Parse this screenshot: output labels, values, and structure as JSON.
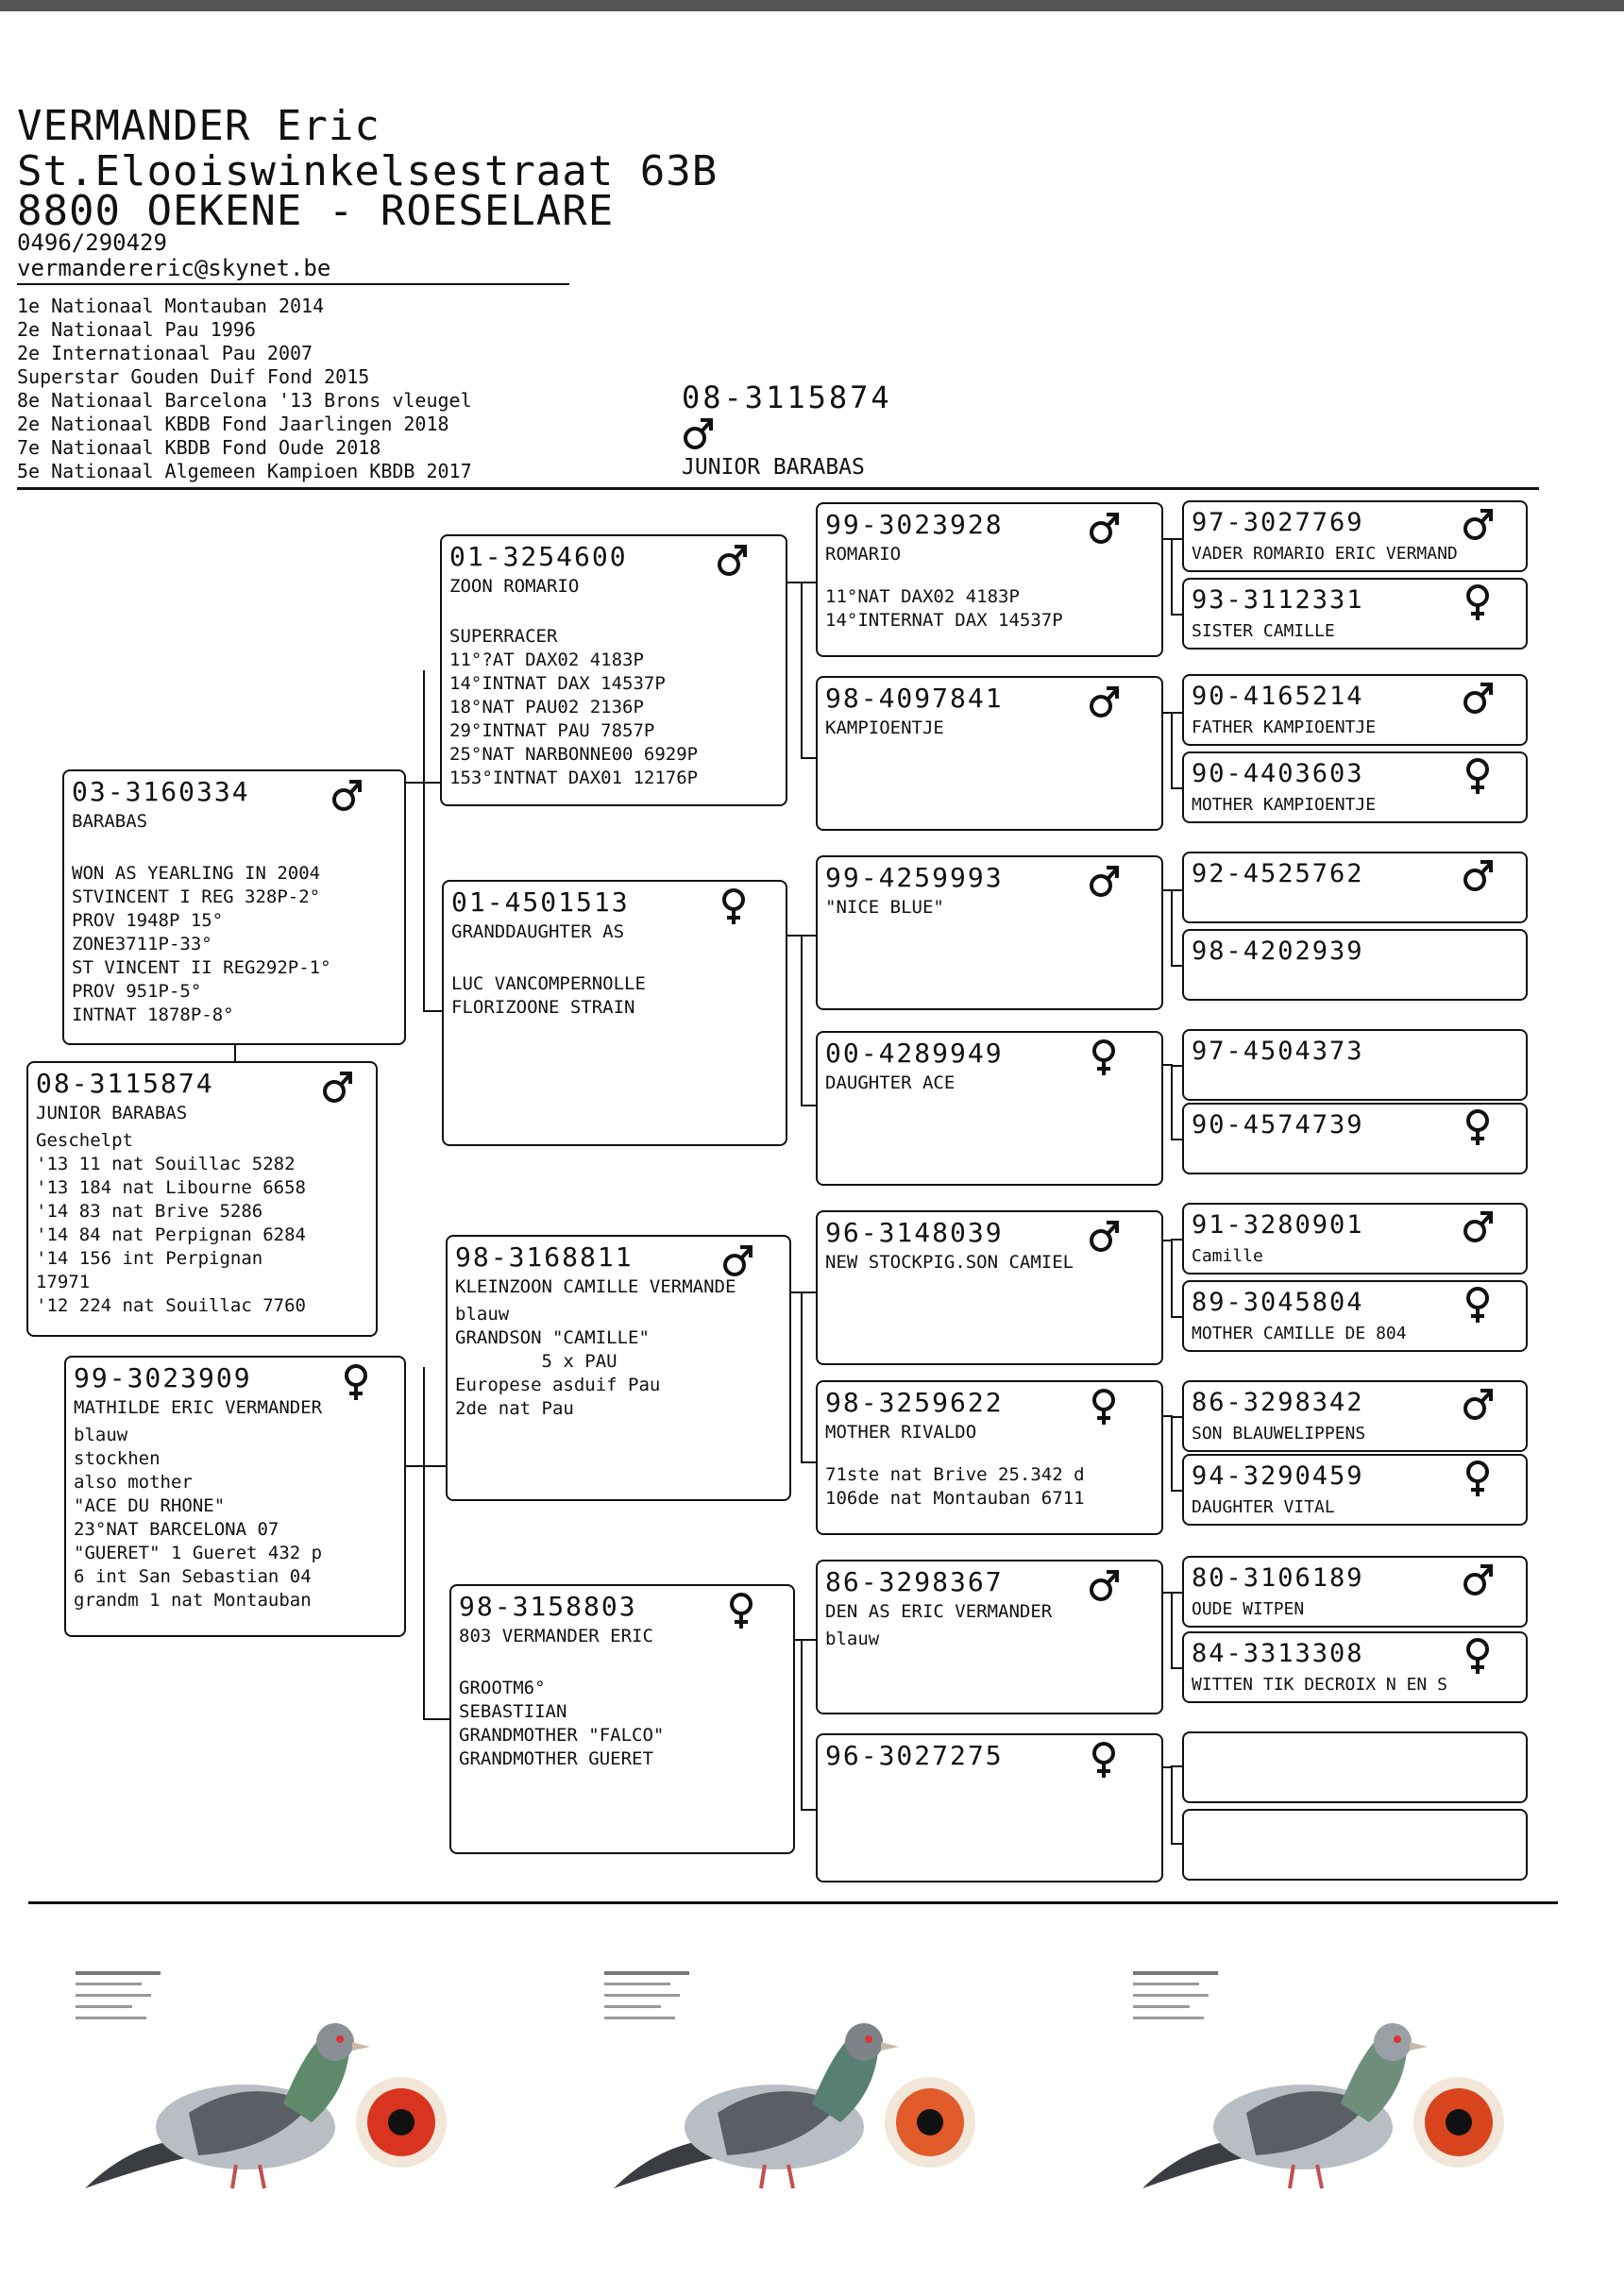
{
  "owner": {
    "name": "VERMANDER Eric",
    "street": "St.Elooiswinkelsestraat 63B",
    "city": "8800 OEKENE - ROESELARE",
    "phone": "0496/290429",
    "email": "vermandereric@skynet.be"
  },
  "achievements": [
    "1e Nationaal Montauban 2014",
    "2e Nationaal Pau 1996",
    "2e Internationaal Pau 2007",
    "Superstar Gouden Duif Fond 2015",
    "8e Nationaal Barcelona '13 Brons vleugel",
    "2e Nationaal KBDB Fond Jaarlingen 2018",
    "7e Nationaal KBDB Fond Oude 2018",
    "5e Nationaal Algemeen Kampioen KBDB 2017"
  ],
  "subject": {
    "ring": "08-3115874",
    "sex": "male",
    "name": "JUNIOR BARABAS"
  },
  "pedigree": {
    "bird": {
      "ring": "08-3115874",
      "sex": "male",
      "name": "JUNIOR BARABAS",
      "notes": [
        "Geschelpt",
        "'13 11 nat Souillac 5282",
        "'13 184 nat Libourne 6658",
        "'14 83 nat Brive 5286",
        "'14 84 nat Perpignan 6284",
        "'14 156 int Perpignan",
        "17971",
        "'12 224 nat Souillac 7760"
      ]
    },
    "sire": {
      "ring": "03-3160334",
      "sex": "male",
      "name": "BARABAS",
      "notes": [
        "WON AS YEARLING IN 2004",
        "STVINCENT I REG 328P-2°",
        "PROV 1948P 15°",
        "ZONE3711P-33°",
        "ST VINCENT II REG292P-1°",
        "PROV 951P-5°",
        "INTNAT 1878P-8°"
      ]
    },
    "dam": {
      "ring": "99-3023909",
      "sex": "female",
      "name": "MATHILDE ERIC VERMANDER",
      "notes": [
        "blauw",
        "stockhen",
        "also mother",
        "\"ACE DU RHONE\"",
        "23°NAT BARCELONA 07",
        "\"GUERET\" 1 Gueret 432 p",
        "6 int San Sebastian 04",
        "grandm 1 nat Montauban"
      ]
    },
    "ss": {
      "ring": "01-3254600",
      "sex": "male",
      "name": "ZOON ROMARIO",
      "notes": [
        "SUPERRACER",
        "11°?AT DAX02 4183P",
        "14°INTNAT DAX 14537P",
        "18°NAT PAU02 2136P",
        "29°INTNAT PAU 7857P",
        "25°NAT NARBONNE00 6929P",
        "153°INTNAT DAX01 12176P"
      ]
    },
    "sd": {
      "ring": "01-4501513",
      "sex": "female",
      "name": "GRANDDAUGHTER AS",
      "notes": [
        "LUC VANCOMPERNOLLE",
        "FLORIZOONE STRAIN"
      ]
    },
    "ds": {
      "ring": "98-3168811",
      "sex": "male",
      "name": "KLEINZOON CAMILLE VERMANDE",
      "notes": [
        "blauw",
        "GRANDSON \"CAMILLE\"",
        "        5 x PAU",
        "Europese asduif Pau",
        "2de nat Pau"
      ]
    },
    "dd": {
      "ring": "98-3158803",
      "sex": "female",
      "name": "803 VERMANDER ERIC",
      "notes": [
        "GROOTM6°",
        "SEBASTIIAN",
        "GRANDMOTHER \"FALCO\"",
        "GRANDMOTHER GUERET"
      ]
    },
    "g3": [
      {
        "ring": "99-3023928",
        "sex": "male",
        "name": "ROMARIO",
        "notes": [
          "11°NAT DAX02 4183P",
          "14°INTERNAT DAX 14537P"
        ]
      },
      {
        "ring": "98-4097841",
        "sex": "male",
        "name": "KAMPIOENTJE",
        "notes": []
      },
      {
        "ring": "99-4259993",
        "sex": "male",
        "name": "\"NICE BLUE\"",
        "notes": []
      },
      {
        "ring": "00-4289949",
        "sex": "female",
        "name": "DAUGHTER ACE",
        "notes": []
      },
      {
        "ring": "96-3148039",
        "sex": "male",
        "name": "NEW STOCKPIG.SON CAMIEL",
        "notes": []
      },
      {
        "ring": "98-3259622",
        "sex": "female",
        "name": "MOTHER RIVALDO",
        "notes": [
          "71ste nat Brive 25.342 d",
          "106de nat Montauban 6711"
        ]
      },
      {
        "ring": "86-3298367",
        "sex": "male",
        "name": "DEN AS ERIC VERMANDER",
        "notes": [
          "blauw"
        ]
      },
      {
        "ring": "96-3027275",
        "sex": "female",
        "name": "",
        "notes": []
      }
    ],
    "g4": [
      {
        "ring": "97-3027769",
        "sex": "male",
        "name": "VADER ROMARIO ERIC VERMAND"
      },
      {
        "ring": "93-3112331",
        "sex": "female",
        "name": "SISTER CAMILLE"
      },
      {
        "ring": "90-4165214",
        "sex": "male",
        "name": "FATHER KAMPIOENTJE"
      },
      {
        "ring": "90-4403603",
        "sex": "female",
        "name": "MOTHER KAMPIOENTJE"
      },
      {
        "ring": "92-4525762",
        "sex": "male",
        "name": ""
      },
      {
        "ring": "98-4202939",
        "sex": "",
        "name": ""
      },
      {
        "ring": "97-4504373",
        "sex": "",
        "name": ""
      },
      {
        "ring": "90-4574739",
        "sex": "female",
        "name": ""
      },
      {
        "ring": "91-3280901",
        "sex": "male",
        "name": "Camille"
      },
      {
        "ring": "89-3045804",
        "sex": "female",
        "name": "MOTHER CAMILLE DE 804"
      },
      {
        "ring": "86-3298342",
        "sex": "male",
        "name": "SON BLAUWELIPPENS"
      },
      {
        "ring": "94-3290459",
        "sex": "female",
        "name": "DAUGHTER VITAL"
      },
      {
        "ring": "80-3106189",
        "sex": "male",
        "name": "OUDE WITPEN"
      },
      {
        "ring": "84-3313308",
        "sex": "female",
        "name": "WITTEN TIK DECROIX N EN S"
      },
      {
        "ring": "",
        "sex": "",
        "name": ""
      },
      {
        "ring": "",
        "sex": "",
        "name": ""
      }
    ]
  },
  "photos": [
    {
      "label": "pigeon-photo-junior-barabas",
      "head_color": "#8a8f96",
      "neck_color": "#5f8a6a",
      "eye_color": "#d9341f"
    },
    {
      "label": "pigeon-photo-cesar",
      "head_color": "#7d8389",
      "neck_color": "#587f74",
      "eye_color": "#e05a2a"
    },
    {
      "label": "pigeon-photo-napoleon",
      "head_color": "#9aa0a6",
      "neck_color": "#6f8f7c",
      "eye_color": "#d8441e"
    }
  ]
}
